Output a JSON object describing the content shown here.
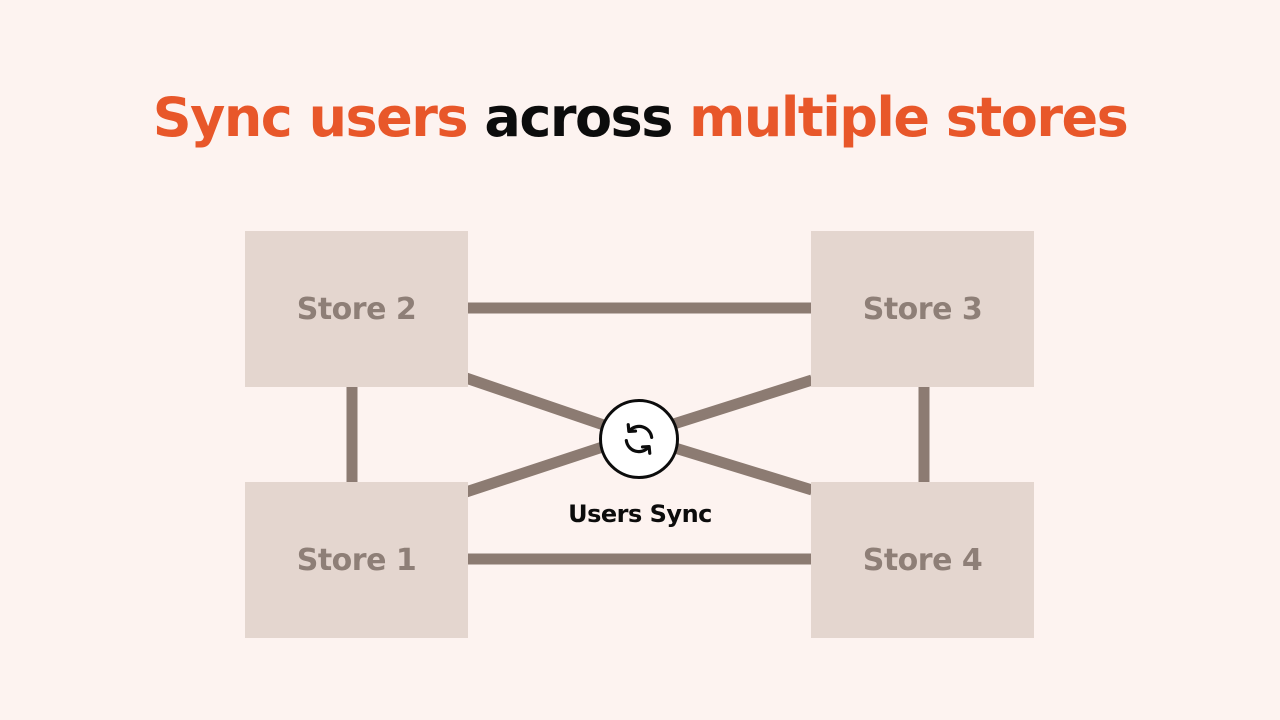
{
  "headline": {
    "part1": "Sync users",
    "part2": "across",
    "part3": "multiple stores"
  },
  "stores": {
    "store1": "Store 1",
    "store2": "Store 2",
    "store3": "Store 3",
    "store4": "Store 4"
  },
  "sync": {
    "label": "Users Sync",
    "icon": "refresh-icon"
  },
  "colors": {
    "accent": "#e8572a",
    "background": "#fdf3f0",
    "store_fill": "#e4d6cf",
    "store_text": "#8e7f77",
    "connector": "#8c7b72"
  }
}
